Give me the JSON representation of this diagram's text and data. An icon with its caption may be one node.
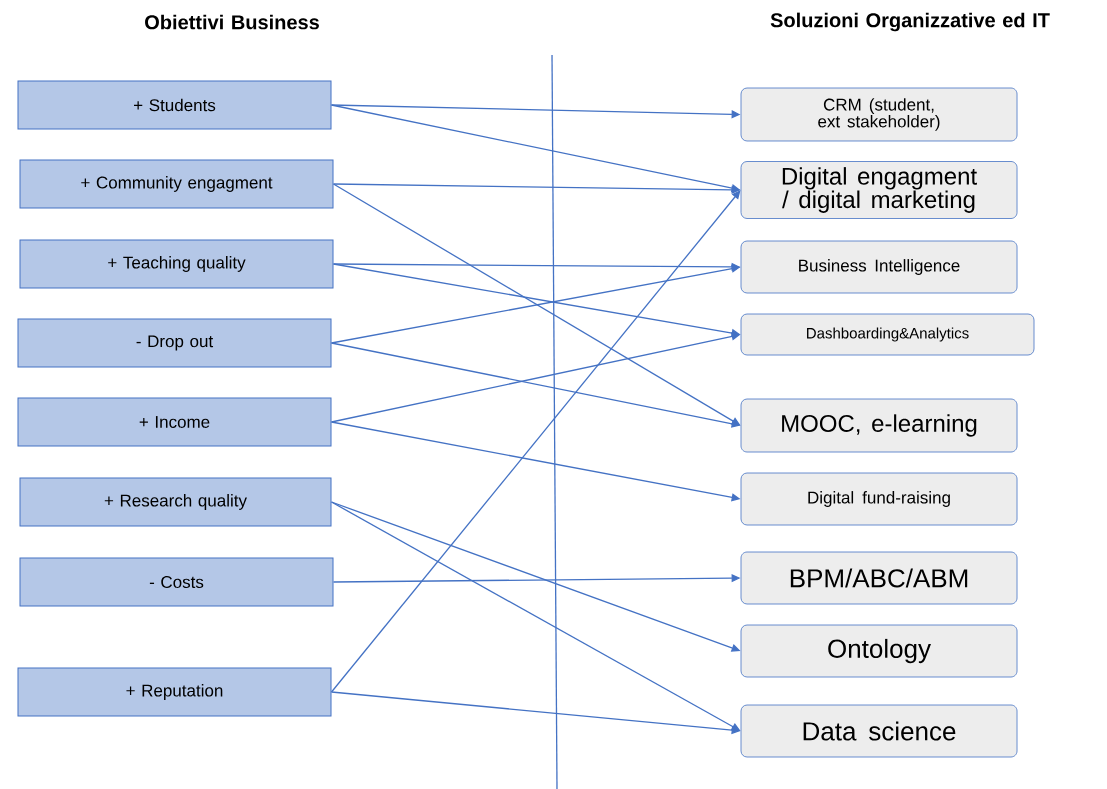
{
  "diagram": {
    "nodes": [
      {
        "text": [
          "+ Students"
        ]
      },
      {
        "text": [
          "+ Community engagment"
        ]
      },
      {
        "text": [
          "+ Teaching quality"
        ]
      },
      {
        "text": [
          "- Drop out"
        ]
      },
      {
        "text": [
          "+ Income"
        ]
      },
      {
        "text": [
          "+ Research quality"
        ]
      },
      {
        "text": [
          "- Costs"
        ]
      },
      {
        "text": [
          "+ Reputation"
        ]
      },
      {
        "text": [
          "CRM (student, ext stakeholder)"
        ]
      },
      {
        "text": [
          "Digital engagment / digital marketing"
        ]
      },
      {
        "text": [
          "Business Intelligence"
        ]
      },
      {
        "text": [
          "Dashboarding&Analytics"
        ]
      },
      {
        "text": [
          "MOOC, e-learning"
        ]
      },
      {
        "text": [
          "Digital fund-raising"
        ]
      },
      {
        "text": [
          "BPM/ABC/ABM"
        ]
      },
      {
        "text": [
          "Ontology"
        ]
      },
      {
        "text": [
          "Data science"
        ]
      }
    ],
    "edges": [
      {
        "from": 0,
        "to": 8,
        "arrow": "to"
      },
      {
        "from": 0,
        "to": 9,
        "arrow": "to"
      },
      {
        "from": 1,
        "to": 9,
        "arrow": "to"
      },
      {
        "from": 1,
        "to": 12,
        "arrow": "to"
      },
      {
        "from": 2,
        "to": 10,
        "arrow": "to"
      },
      {
        "from": 2,
        "to": 11,
        "arrow": "to"
      },
      {
        "from": 3,
        "to": 10,
        "arrow": "to"
      },
      {
        "from": 3,
        "to": 12,
        "arrow": "to"
      },
      {
        "from": 4,
        "to": 11,
        "arrow": "to"
      },
      {
        "from": 4,
        "to": 13,
        "arrow": "to"
      },
      {
        "from": 5,
        "to": 15,
        "arrow": "to"
      },
      {
        "from": 5,
        "to": 16,
        "arrow": "to"
      },
      {
        "from": 6,
        "to": 14,
        "arrow": "to"
      },
      {
        "from": 7,
        "to": 9,
        "arrow": "to"
      },
      {
        "from": 7,
        "to": 16,
        "arrow": "to"
      }
    ],
    "labels": [
      "Obiettivi Business",
      "Soluzioni Organizzative ed IT"
    ]
  }
}
